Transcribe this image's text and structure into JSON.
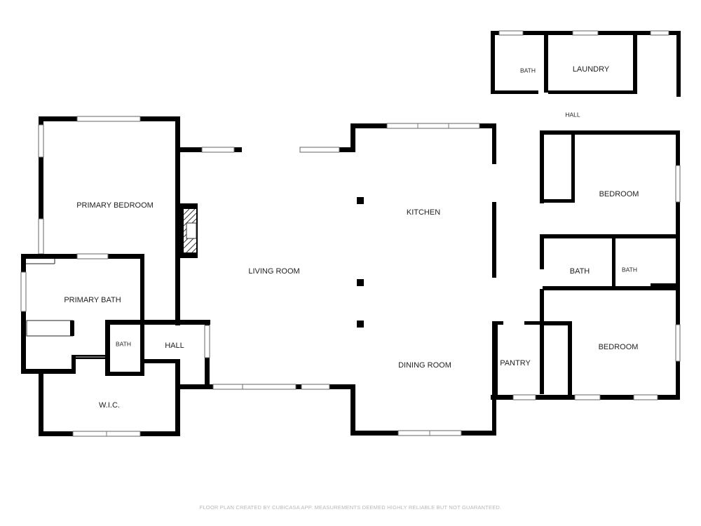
{
  "rooms": {
    "laundry": "LAUNDRY",
    "bath_top": "BATH",
    "hall_right": "HALL",
    "bedroom_1": "BEDROOM",
    "kitchen": "KITCHEN",
    "primary_bedroom": "PRIMARY BEDROOM",
    "living_room": "LIVING ROOM",
    "bath_mid": "BATH",
    "bath_small_right": "BATH",
    "primary_bath": "PRIMARY BATH",
    "bath_small_left": "BATH",
    "hall_left": "HALL",
    "pantry": "PANTRY",
    "bedroom_2": "BEDROOM",
    "dining_room": "DINING ROOM",
    "wic": "W.I.C."
  },
  "footer": {
    "disclaimer": "FLOOR PLAN CREATED BY CUBICASA APP. MEASUREMENTS DEEMED HIGHLY RELIABLE BUT NOT GUARANTEED."
  },
  "colors": {
    "wall": "#000000",
    "background": "#ffffff",
    "footer_text": "#b8b8b8"
  }
}
